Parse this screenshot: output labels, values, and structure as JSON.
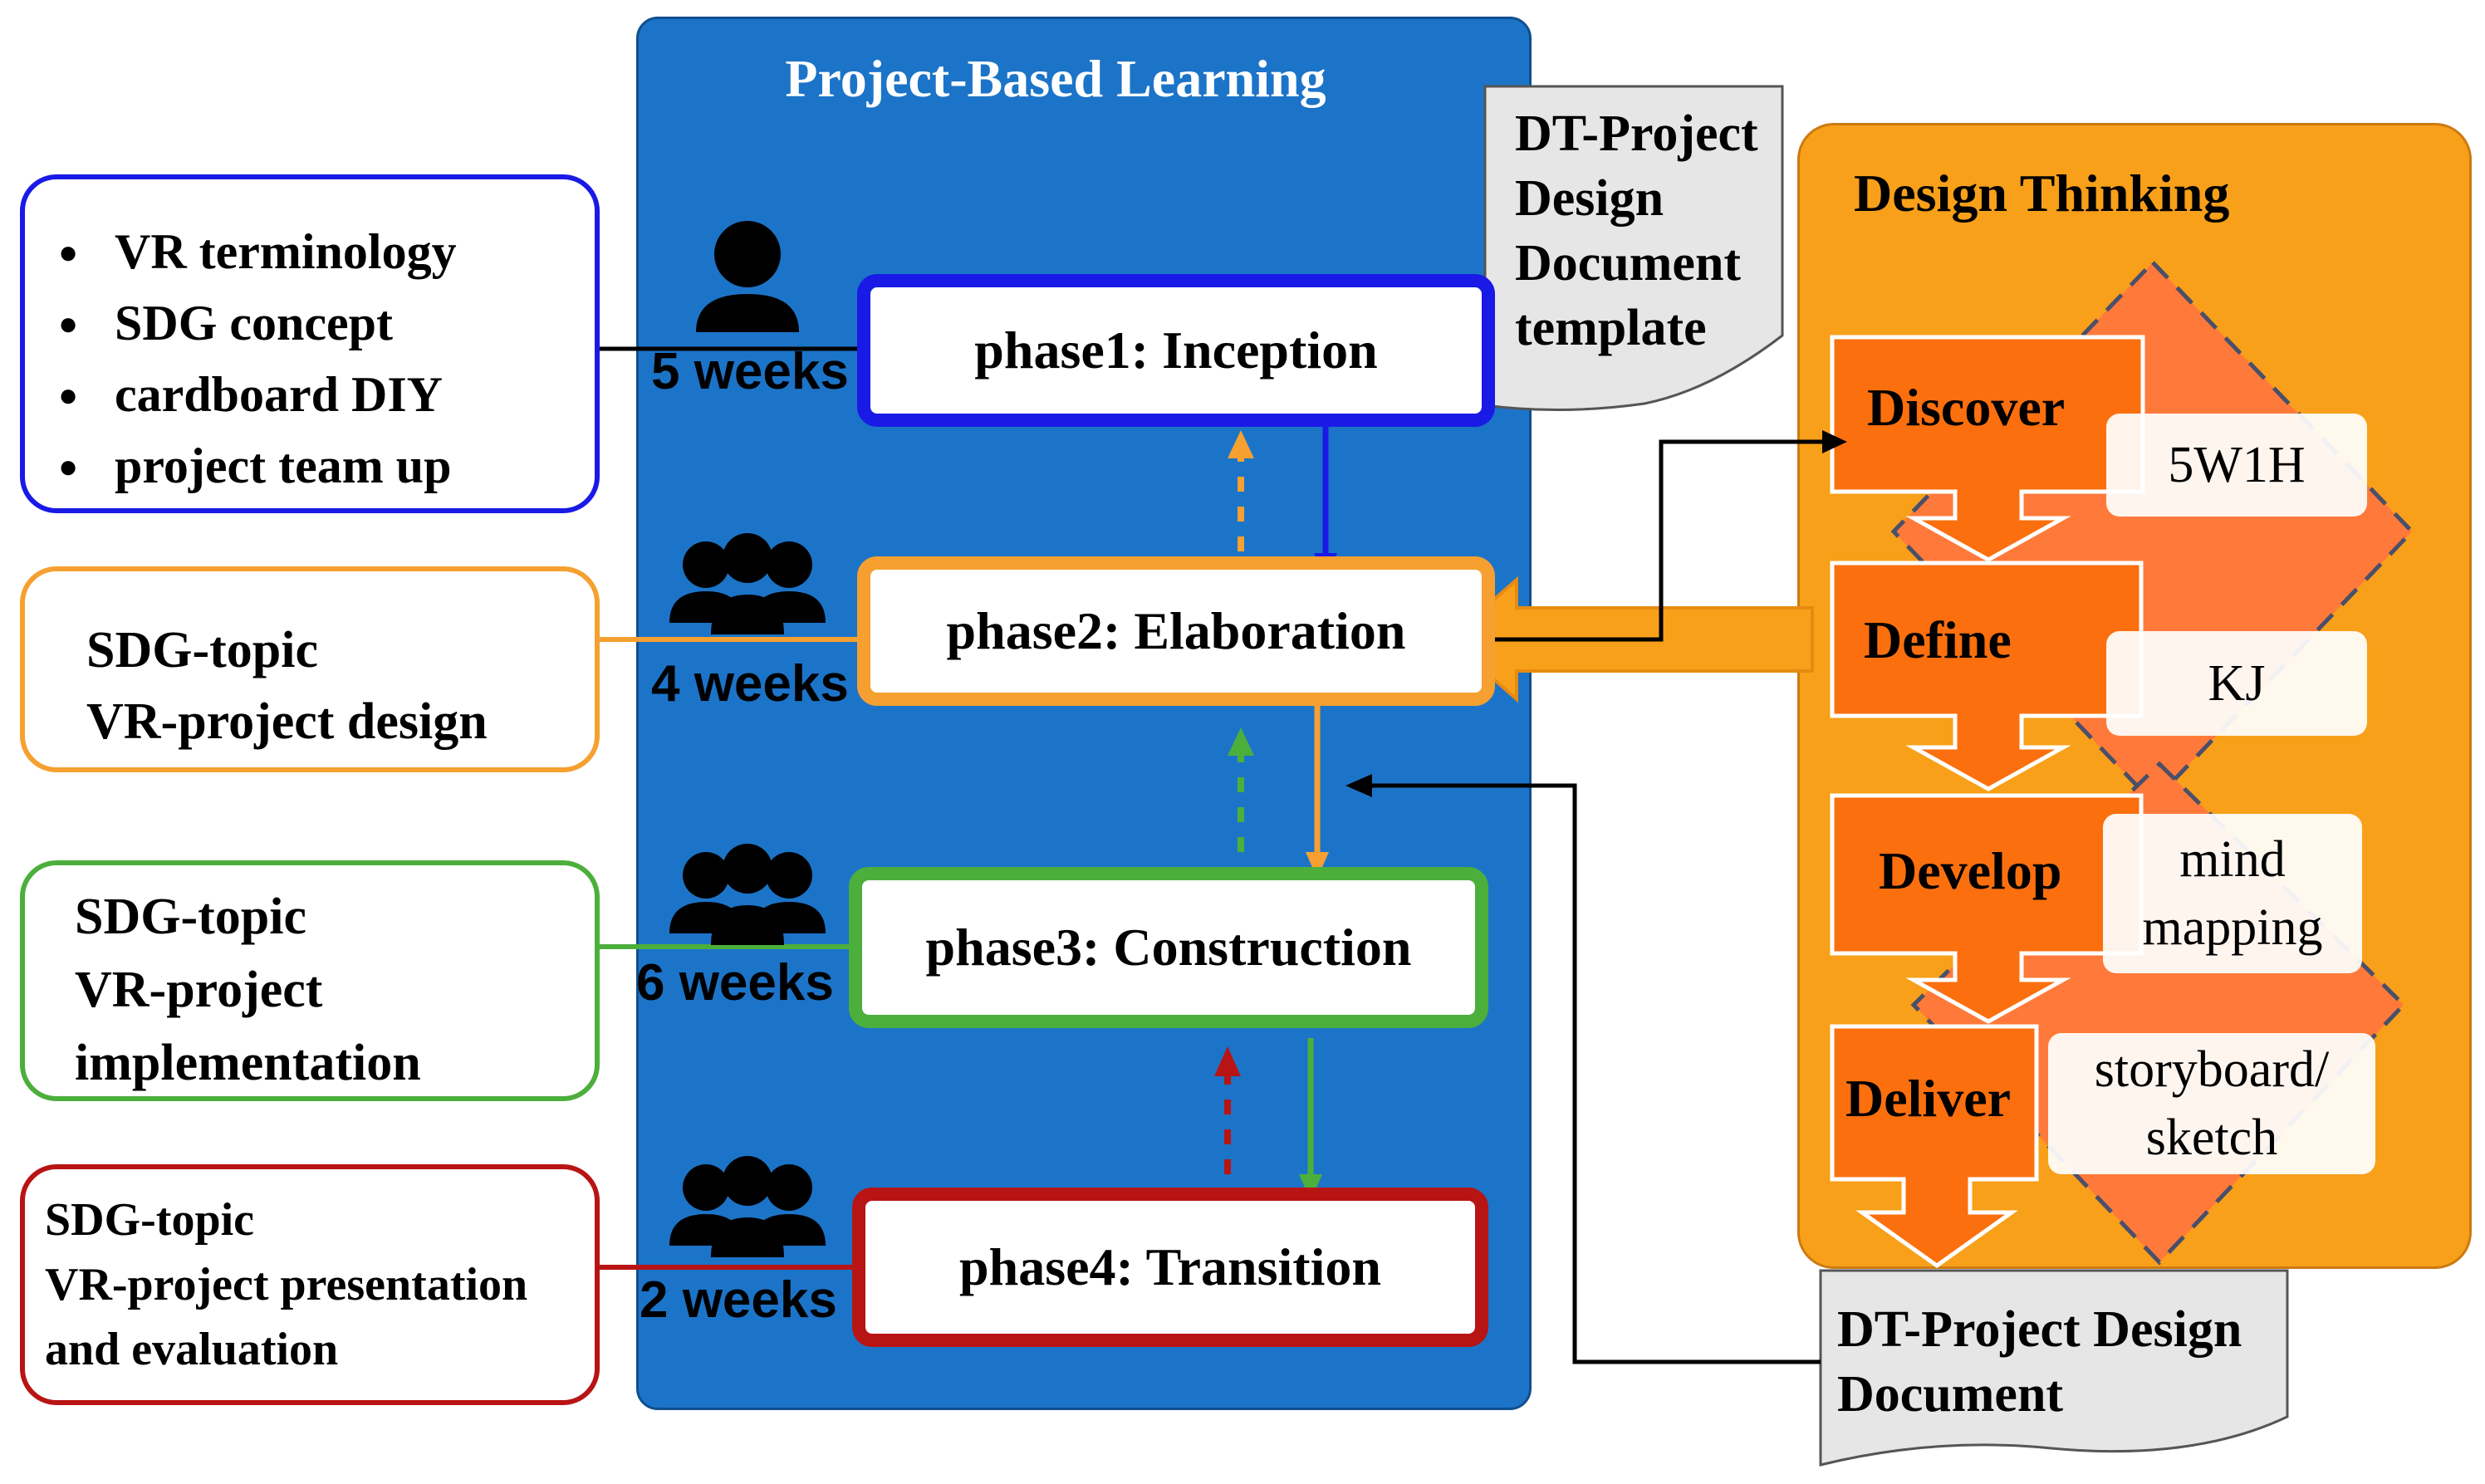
{
  "pbl": {
    "title": "Project-Based Learning",
    "phases": [
      {
        "label": "phase1: Inception",
        "weeks": "5 weeks",
        "color": "#1a1ae6"
      },
      {
        "label": "phase2: Elaboration",
        "weeks": "4 weeks",
        "color": "#f5a030"
      },
      {
        "label": "phase3: Construction",
        "weeks": "6 weeks",
        "color": "#4caf3c"
      },
      {
        "label": "phase4: Transition",
        "weeks": "2 weeks",
        "color": "#b81414"
      }
    ]
  },
  "left_boxes": {
    "inception_items": [
      "VR terminology",
      "SDG concept",
      "cardboard DIY",
      "project team up"
    ],
    "elaboration": [
      "SDG-topic",
      "VR-project design"
    ],
    "construction": [
      "SDG-topic",
      "VR-project",
      "implementation"
    ],
    "transition": [
      "SDG-topic",
      "VR-project presentation",
      "and evaluation"
    ]
  },
  "template_doc": {
    "lines": [
      "DT-Project",
      "Design",
      "Document",
      "template"
    ]
  },
  "design_thinking": {
    "title": "Design Thinking",
    "stages": [
      {
        "label": "Discover",
        "tool": "5W1H"
      },
      {
        "label": "Define",
        "tool": "KJ"
      },
      {
        "label": "Develop",
        "tool_lines": [
          "mind",
          "mapping"
        ]
      },
      {
        "label": "Deliver",
        "tool_lines": [
          "storyboard/",
          "sketch"
        ]
      }
    ]
  },
  "output_doc": {
    "lines": [
      "DT-Project Design",
      "Document"
    ]
  },
  "colors": {
    "pbl_panel": "#1c74c8",
    "dt_panel": "#f8a01a",
    "dt_stage": "#fb6f0e",
    "diamond": "#ff7a3a"
  },
  "icons": [
    "single-person-icon",
    "group-icon"
  ]
}
